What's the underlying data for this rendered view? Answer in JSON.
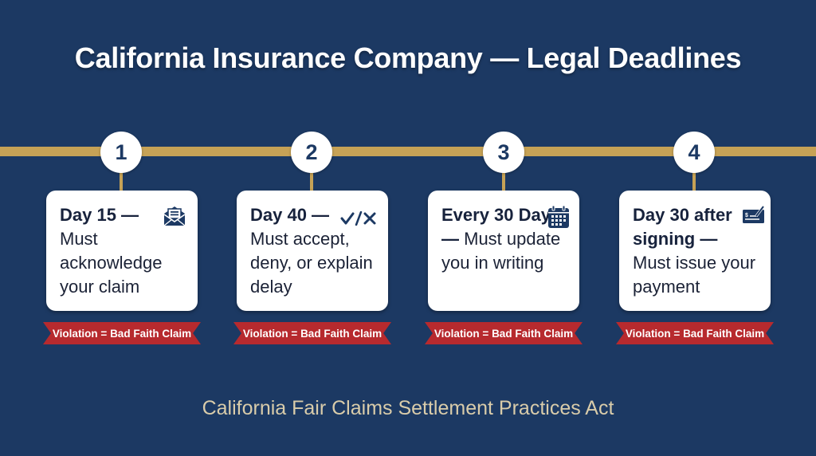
{
  "title": "California Insurance Company — Legal Deadlines",
  "footer": "California Fair Claims Settlement Practices Act",
  "colors": {
    "background": "#1c3963",
    "timeline_gold": "#c6a256",
    "card": "#ffffff",
    "ribbon_red": "#b72a2e",
    "footer_text": "#d9ccaa"
  },
  "steps": [
    {
      "number": "1",
      "bold": "Day 15 —",
      "text": "Must acknowledge your claim",
      "icon": "envelope-icon",
      "ribbon": "Violation = Bad Faith Claim"
    },
    {
      "number": "2",
      "bold": "Day 40 —",
      "text": "Must accept, deny, or explain delay",
      "icon": "check-cross-icon",
      "ribbon": "Violation = Bad Faith Claim"
    },
    {
      "number": "3",
      "bold": "Every 30 Days —",
      "text": "Must update you in writing",
      "icon": "calendar-icon",
      "ribbon": "Violation = Bad Faith Claim"
    },
    {
      "number": "4",
      "bold": "Day 30 after signing —",
      "text": "Must issue your payment",
      "icon": "check-payment-icon",
      "ribbon": "Violation = Bad Faith Claim"
    }
  ]
}
